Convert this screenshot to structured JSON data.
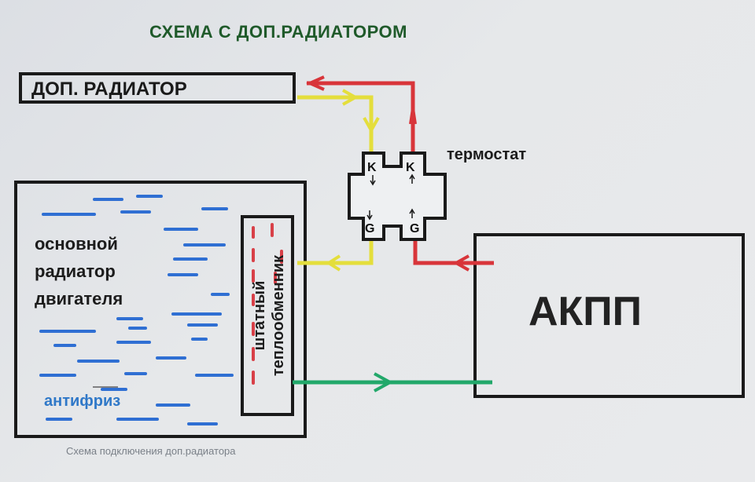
{
  "title": "СХЕМА С ДОП.РАДИАТОРОМ",
  "aux_radiator_label": "ДОП. РАДИАТОР",
  "thermostat_label": "термостат",
  "thermostat_ports": [
    "K",
    "K",
    "G",
    "G"
  ],
  "main_radiator_label": [
    "основной",
    "радиатор",
    "двигателя"
  ],
  "antifreeze_label": "антифриз",
  "heat_exchanger_label": [
    "штатный",
    "теплообменник"
  ],
  "gearbox_label": "АКПП",
  "caption": "Схема подключения доп.радиатора",
  "colors": {
    "hot_line": "#d8353a",
    "return_line": "#e4de3c",
    "green_line": "#22a86a",
    "coolant_dash": "#2f6fd3",
    "hx_dash": "#d84048",
    "title_color": "#1f5a2a",
    "antifreeze_color": "#2f78c8"
  }
}
